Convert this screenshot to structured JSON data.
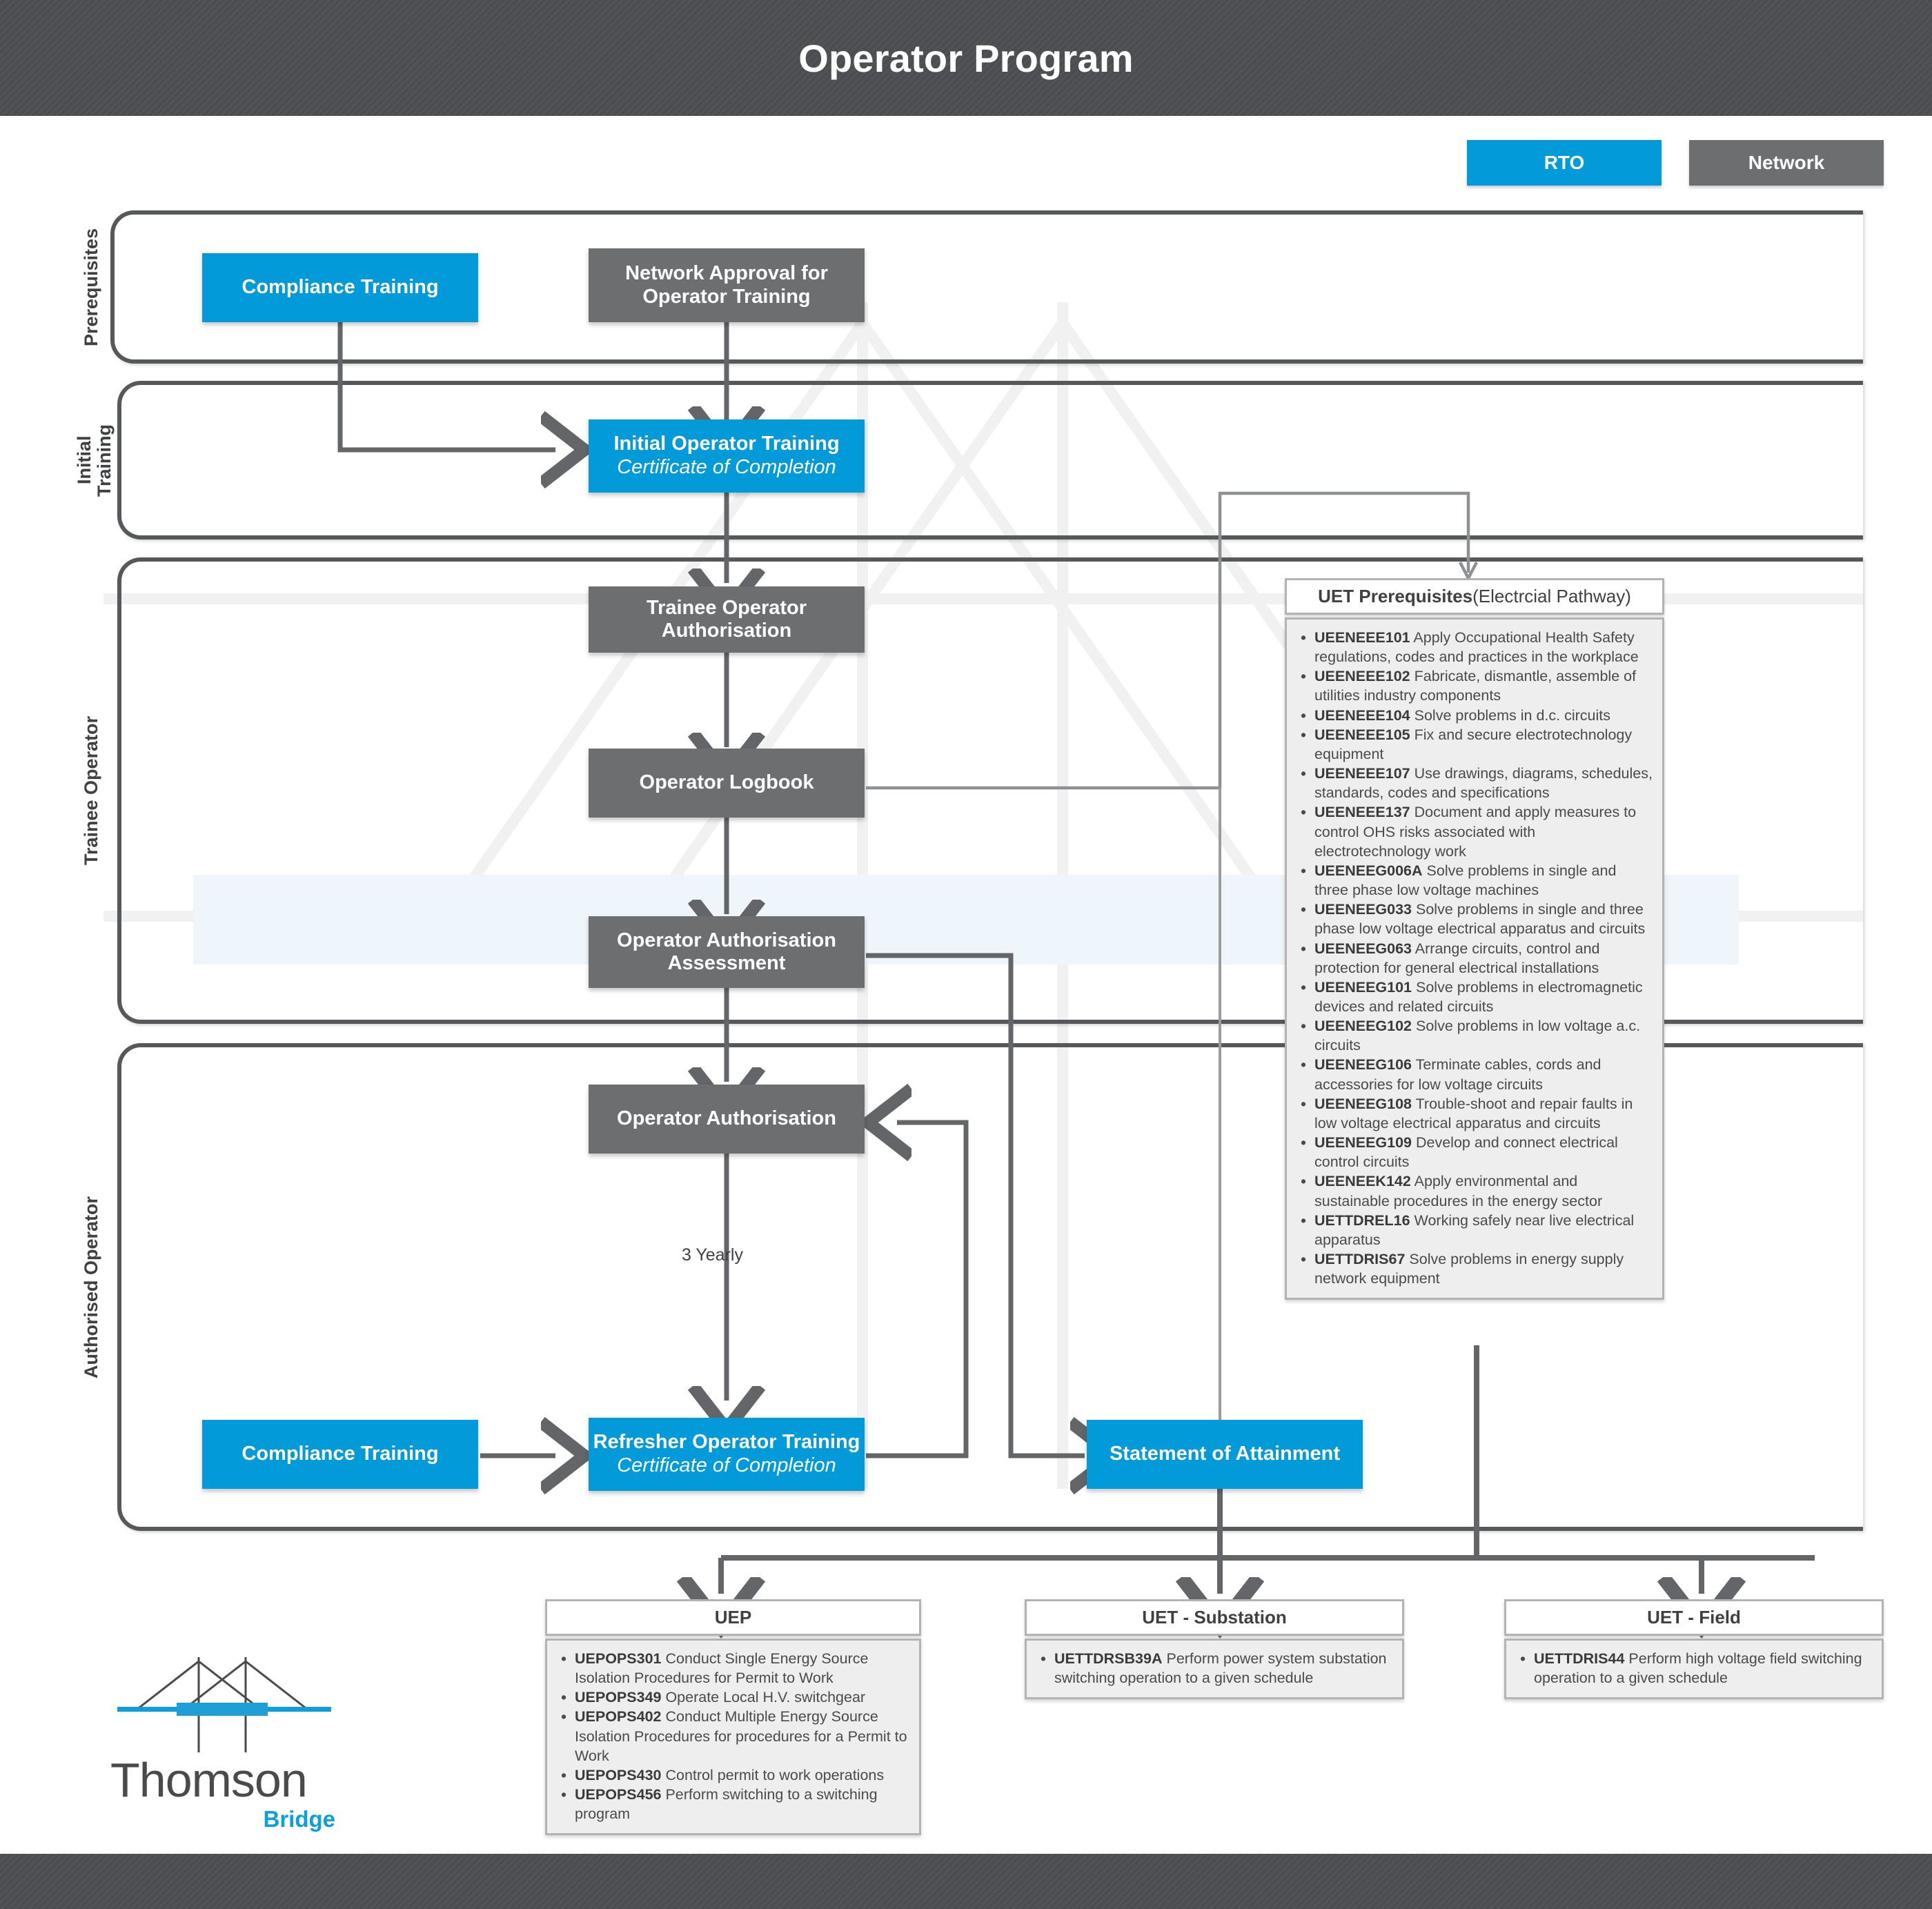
{
  "header": {
    "title": "Operator Program"
  },
  "legend": [
    {
      "label": "RTO",
      "color": "#039ad9",
      "name": "rto"
    },
    {
      "label": "Network",
      "color": "#6d6e70",
      "name": "network"
    }
  ],
  "lanes": [
    {
      "label": "Prerequisites"
    },
    {
      "label": "Initial\nTraining"
    },
    {
      "label": "Trainee Operator"
    },
    {
      "label": "Authorised Operator"
    }
  ],
  "nodes": {
    "compliance_training_top": {
      "line1": "Compliance Training",
      "line2": "",
      "type": "RTO"
    },
    "network_approval": {
      "line1": "Network Approval for",
      "line1b": "Operator Training",
      "line2": "",
      "type": "Network"
    },
    "initial_operator_training": {
      "line1": "Initial Operator Training",
      "line2": "Certificate of Completion",
      "type": "RTO"
    },
    "trainee_operator_authorisation": {
      "line1": "Trainee Operator",
      "line1b": "Authorisation",
      "line2": "",
      "type": "Network"
    },
    "operator_logbook": {
      "line1": "Operator Logbook",
      "line2": "",
      "type": "Network"
    },
    "operator_authorisation_assessment": {
      "line1": "Operator Authorisation",
      "line1b": "Assessment",
      "line2": "",
      "type": "Network"
    },
    "operator_authorisation": {
      "line1": "Operator Authorisation",
      "line2": "",
      "type": "Network"
    },
    "compliance_training_bottom": {
      "line1": "Compliance Training",
      "line2": "",
      "type": "RTO"
    },
    "refresher_operator_training": {
      "line1": "Refresher Operator Training",
      "line2": "Certificate of Completion",
      "type": "RTO"
    },
    "statement_of_attainment": {
      "line1": "Statement of Attainment",
      "line2": "",
      "type": "RTO"
    }
  },
  "edge_labels": {
    "three_yearly": "3 Yearly"
  },
  "uet_prerequisites": {
    "title_bold": "UET Prerequisites",
    "title_rest": " (Electrcial Pathway)",
    "items": [
      {
        "code": "UEENEEE101",
        "text": " Apply Occupational Health Safety regulations, codes and practices in the workplace"
      },
      {
        "code": "UEENEEE102",
        "text": " Fabricate, dismantle, assemble of utilities industry components"
      },
      {
        "code": "UEENEEE104",
        "text": " Solve problems in d.c. circuits"
      },
      {
        "code": "UEENEEE105",
        "text": " Fix and secure electrotechnology equipment"
      },
      {
        "code": "UEENEEE107",
        "text": " Use drawings, diagrams, schedules, standards, codes and specifications"
      },
      {
        "code": "UEENEEE137",
        "text": " Document and apply measures to control OHS risks associated with electrotechnology work"
      },
      {
        "code": "UEENEEG006A",
        "text": " Solve problems in single and three phase low voltage machines"
      },
      {
        "code": "UEENEEG033",
        "text": " Solve problems in single and three phase low voltage electrical apparatus and circuits"
      },
      {
        "code": "UEENEEG063",
        "text": " Arrange circuits, control and protection for general electrical installations"
      },
      {
        "code": "UEENEEG101",
        "text": " Solve problems in electromagnetic devices and related circuits"
      },
      {
        "code": "UEENEEG102",
        "text": " Solve problems in low voltage a.c. circuits"
      },
      {
        "code": "UEENEEG106",
        "text": " Terminate cables, cords and accessories for low voltage circuits"
      },
      {
        "code": "UEENEEG108",
        "text": " Trouble-shoot and repair faults in low voltage electrical apparatus and circuits"
      },
      {
        "code": "UEENEEG109",
        "text": " Develop and connect electrical control circuits"
      },
      {
        "code": "UEENEEK142",
        "text": " Apply environmental and sustainable procedures in the energy sector"
      },
      {
        "code": "UETTDREL16",
        "text": " Working safely near live electrical apparatus"
      },
      {
        "code": "UETTDRIS67",
        "text": " Solve problems in energy supply network equipment"
      }
    ]
  },
  "uep": {
    "title": "UEP",
    "items": [
      {
        "code": "UEPOPS301",
        "text": " Conduct Single Energy Source Isolation Procedures for Permit to Work"
      },
      {
        "code": "UEPOPS349",
        "text": " Operate Local H.V. switchgear"
      },
      {
        "code": "UEPOPS402",
        "text": " Conduct Multiple Energy Source Isolation Procedures for procedures for a Permit to Work"
      },
      {
        "code": "UEPOPS430",
        "text": " Control permit to work operations"
      },
      {
        "code": "UEPOPS456",
        "text": " Perform switching to a switching program"
      }
    ]
  },
  "uet_substation": {
    "title": "UET - Substation",
    "items": [
      {
        "code": "UETTDRSB39A",
        "text": " Perform power system substation switching operation to a given schedule"
      }
    ]
  },
  "uet_field": {
    "title": "UET - Field",
    "items": [
      {
        "code": "UETTDRIS44",
        "text": " Perform high voltage field switching operation to a given schedule"
      }
    ]
  },
  "logo": {
    "word": "Thomson",
    "sub": "Bridge"
  },
  "colors": {
    "rto_blue": "#039ad9",
    "network_grey": "#6d6e70",
    "header_dark": "#4b4d51",
    "connector": "#636569"
  }
}
